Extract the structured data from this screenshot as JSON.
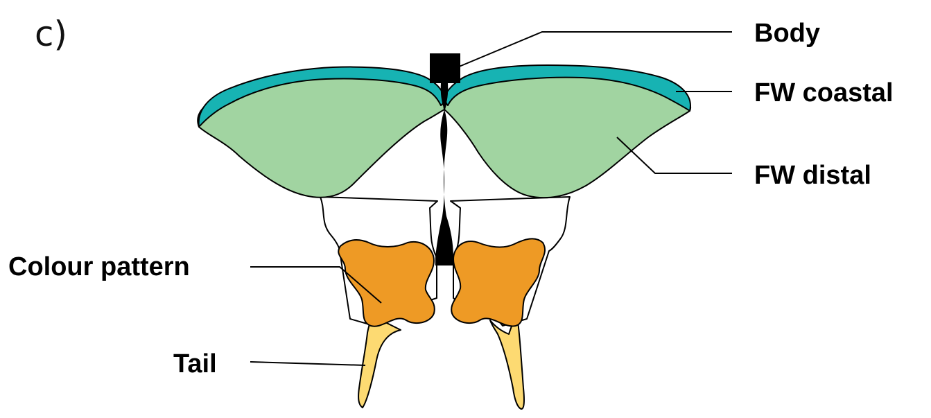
{
  "panel_letter": "c)",
  "labels": {
    "body": "Body",
    "fw_coastal": "FW coastal",
    "fw_distal": "FW distal",
    "colour_pattern": "Colour pattern",
    "tail": "Tail"
  },
  "colors": {
    "fw_coastal": "#17B3B3",
    "fw_distal": "#A1D4A1",
    "colour_pattern": "#EE9A25",
    "tail": "#FDDA72",
    "body": "#000000",
    "hindwing": "#FFFFFF"
  }
}
